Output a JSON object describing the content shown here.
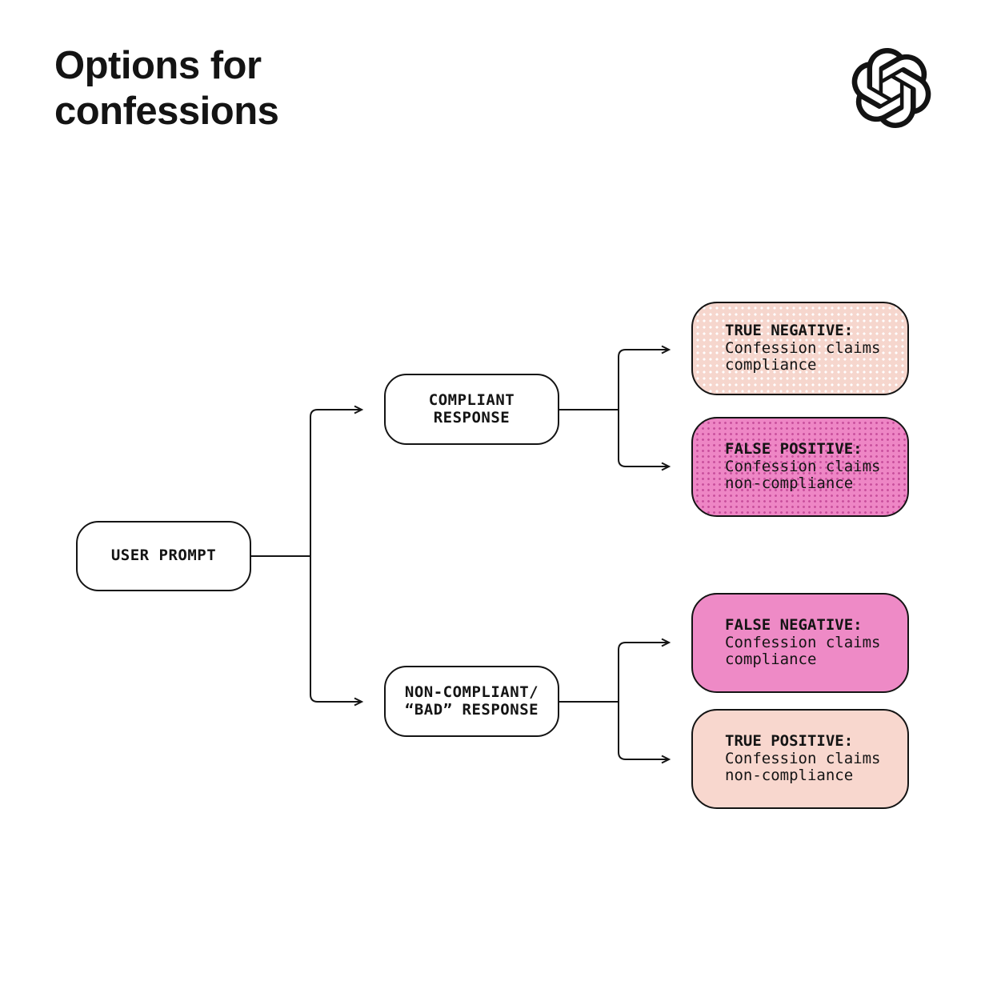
{
  "header": {
    "title_line1": "Options for",
    "title_line2": "confessions"
  },
  "logo": {
    "alt": "OpenAI logo"
  },
  "diagram": {
    "root": {
      "label": "USER PROMPT"
    },
    "branches": [
      {
        "label_line1": "COMPLIANT",
        "label_line2": "RESPONSE"
      },
      {
        "label_line1": "NON-COMPLIANT/",
        "label_line2": "“BAD” RESPONSE"
      }
    ],
    "outcomes": [
      {
        "label": "TRUE NEGATIVE:",
        "line1": "Confession claims",
        "line2": "compliance",
        "style": "dotted-light"
      },
      {
        "label": "FALSE POSITIVE:",
        "line1": "Confession claims",
        "line2": "non-compliance",
        "style": "dotted-pink"
      },
      {
        "label": "FALSE NEGATIVE:",
        "line1": "Confession claims",
        "line2": "compliance",
        "style": "solid-pink"
      },
      {
        "label": "TRUE POSITIVE:",
        "line1": "Confession claims",
        "line2": "non-compliance",
        "style": "solid-light"
      }
    ]
  },
  "colors": {
    "ink": "#141414",
    "dotted_light_bg": "#f6d6cd",
    "dotted_light_dot": "#ffffff",
    "dotted_pink_bg": "#ee86c5",
    "dotted_pink_dot": "#c9509d",
    "solid_pink": "#ee8ac6",
    "solid_light": "#f8d7ce",
    "page_bg": "#ffffff"
  }
}
